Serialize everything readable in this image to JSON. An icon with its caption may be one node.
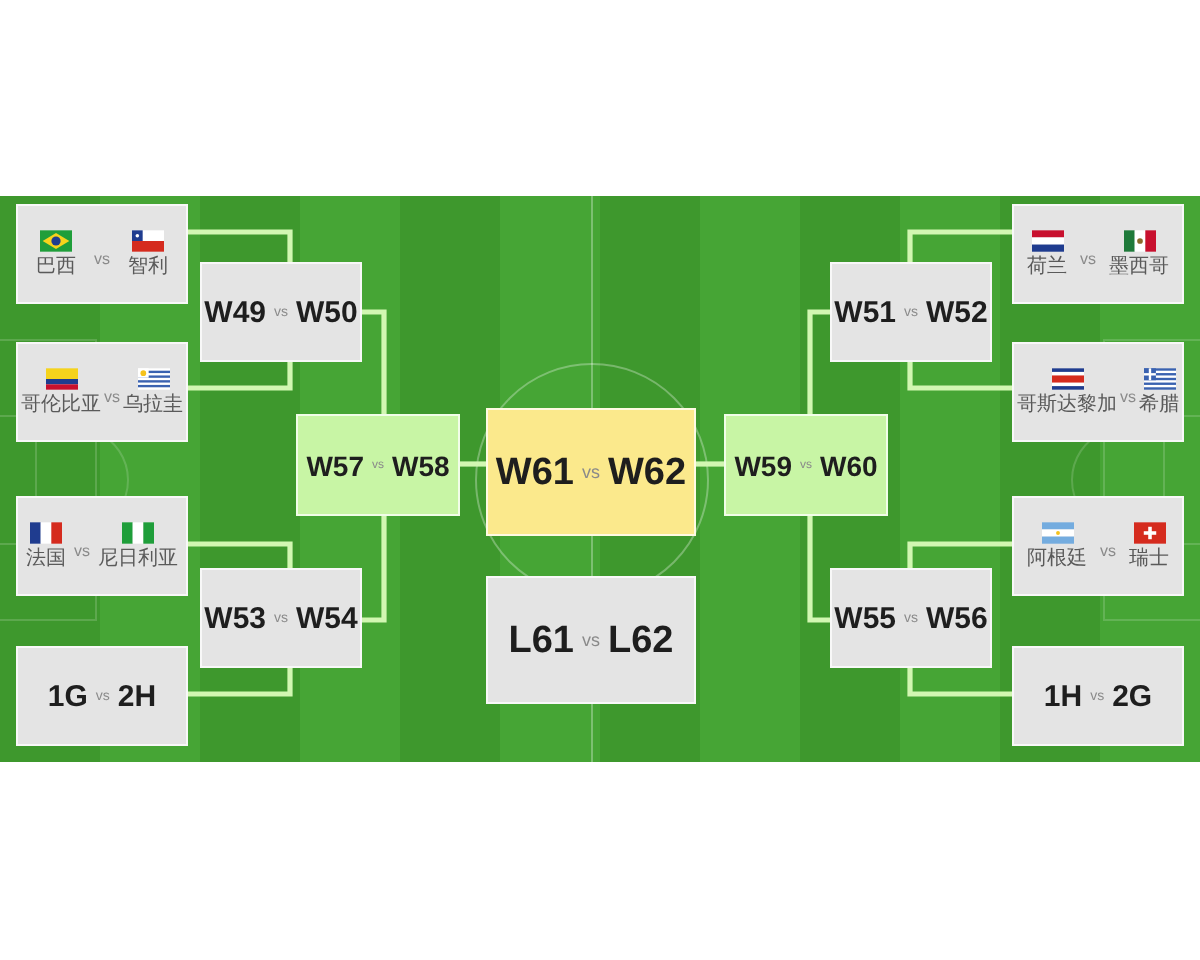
{
  "diagram": {
    "nodes": [
      {
        "text": [
          "巴西",
          "vs",
          "智利"
        ]
      },
      {
        "text": [
          "哥伦比亚",
          "vs",
          "乌拉圭"
        ]
      },
      {
        "text": [
          "W49",
          "vs",
          "W50"
        ]
      },
      {
        "text": [
          "荷兰",
          "vs",
          "墨西哥"
        ]
      },
      {
        "text": [
          "W51",
          "vs",
          "W52"
        ]
      },
      {
        "text": [
          "哥斯达黎加",
          "vs",
          "希腊"
        ]
      },
      {
        "text": [
          "W57",
          "vs",
          "W58"
        ]
      },
      {
        "text": [
          "W61",
          "vs",
          "W62"
        ]
      },
      {
        "text": [
          "W59",
          "vs",
          "W60"
        ]
      },
      {
        "text": [
          "法国",
          "vs",
          "尼日利亚"
        ]
      },
      {
        "text": [
          "阿根廷",
          "vs",
          "瑞士"
        ]
      },
      {
        "text": [
          "W53",
          "vs",
          "W54"
        ]
      },
      {
        "text": [
          "W55",
          "vs",
          "W56"
        ]
      },
      {
        "text": [
          "L61",
          "vs",
          "L62"
        ]
      },
      {
        "text": [
          "1G",
          "vs",
          "2H"
        ]
      },
      {
        "text": [
          "1H",
          "vs",
          "2G"
        ]
      }
    ],
    "edges": [
      {
        "from": 0,
        "to": 2,
        "arrow": "none"
      },
      {
        "from": 1,
        "to": 2,
        "arrow": "none"
      },
      {
        "from": 3,
        "to": 4,
        "arrow": "none"
      },
      {
        "from": 5,
        "to": 4,
        "arrow": "none"
      },
      {
        "from": 2,
        "to": 6,
        "arrow": "none"
      },
      {
        "from": 4,
        "to": 8,
        "arrow": "none"
      },
      {
        "from": 6,
        "to": 7,
        "arrow": "none"
      },
      {
        "from": 8,
        "to": 7,
        "arrow": "none"
      },
      {
        "from": 9,
        "to": 11,
        "arrow": "none"
      },
      {
        "from": 14,
        "to": 11,
        "arrow": "none"
      },
      {
        "from": 10,
        "to": 12,
        "arrow": "none"
      },
      {
        "from": 15,
        "to": 12,
        "arrow": "none"
      },
      {
        "from": 11,
        "to": 6,
        "arrow": "none"
      },
      {
        "from": 12,
        "to": 8,
        "arrow": "none"
      }
    ]
  }
}
